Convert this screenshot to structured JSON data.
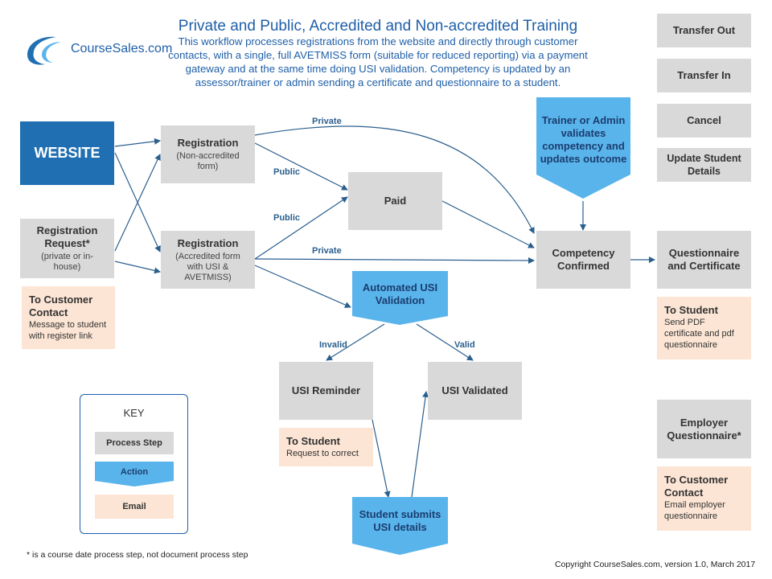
{
  "header": {
    "title": "Private and Public, Accredited and Non-accredited Training",
    "description": "This workflow processes registrations from the website and directly through customer contacts, with a single, full AVETMISS form (suitable for reduced reporting) via a payment gateway and at the same time doing USI validation. Competency is updated by an assessor/trainer or admin sending a certificate and questionnaire to a student."
  },
  "logo": {
    "icon": "coursesales-logo",
    "text": "CourseSales.com"
  },
  "side_buttons": {
    "transfer_out": "Transfer Out",
    "transfer_in": "Transfer In",
    "cancel": "Cancel",
    "update_student": "Update Student Details"
  },
  "nodes": {
    "website": "WEBSITE",
    "reg_request": {
      "title": "Registration Request*",
      "sub": "(private or in-house)"
    },
    "reg_non": {
      "title": "Registration",
      "sub": "(Non-accredited form)"
    },
    "reg_acc": {
      "title": "Registration",
      "sub": "(Accredited form with USI & AVETMISS)"
    },
    "paid": "Paid",
    "trainer": "Trainer or Admin validates competency and updates outcome",
    "competency": "Competency Confirmed",
    "questionnaire": "Questionnaire and Certificate",
    "auto_usi": "Automated USI Validation",
    "usi_reminder": "USI Reminder",
    "usi_validated": "USI Validated",
    "student_submits": "Student submits USI details",
    "employer_q": "Employer Questionnaire*"
  },
  "emails": {
    "customer_contact_1": {
      "title": "To Customer Contact",
      "text": "Message to student with register link"
    },
    "student_cert": {
      "title": "To Student",
      "text": "Send PDF certificate and pdf questionnaire"
    },
    "student_correct": {
      "title": "To Student",
      "text": "Request to correct"
    },
    "customer_contact_2": {
      "title": "To Customer Contact",
      "text": "Email employer questionnaire"
    }
  },
  "edge_labels": {
    "private_top": "Private",
    "public_1": "Public",
    "public_2": "Public",
    "private_mid": "Private",
    "invalid": "Invalid",
    "valid": "Valid"
  },
  "key": {
    "title": "KEY",
    "process_step": "Process Step",
    "action": "Action",
    "email": "Email"
  },
  "footnote": "* is a course date process step, not document process step",
  "copyright": "Copyright CourseSales.com, version 1.0, March 2017",
  "colors": {
    "process": "#d9d9d9",
    "action": "#5ab4ec",
    "email": "#fce5d4",
    "website": "#1f6fb2",
    "arrow": "#2b5f8e",
    "title": "#1f5fa8"
  }
}
